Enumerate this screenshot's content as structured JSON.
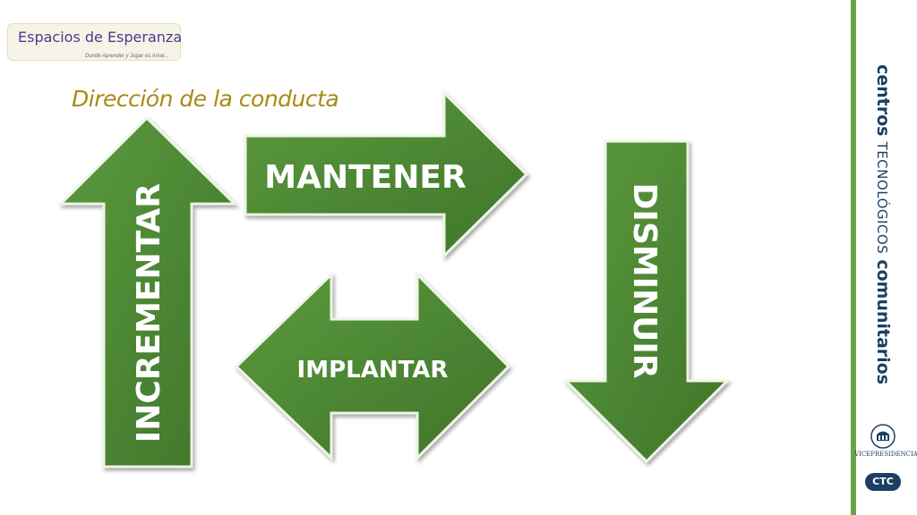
{
  "logo": {
    "title": "Espacios de Esperanza",
    "tagline": "Donde Aprender y Jugar es Amar..."
  },
  "slide": {
    "title": "Dirección de la conducta"
  },
  "arrows": {
    "up": "INCREMENTAR",
    "right": "MANTENER",
    "both": "IMPLANTAR",
    "down": "DISMINUIR"
  },
  "sidebar": {
    "brand_bold_1": "centros",
    "brand_mid": "TECNOLÓGICOS",
    "brand_bold_2": "comunitarios",
    "vice": "VICEPRESIDENCIA",
    "badge": "CTC"
  },
  "colors": {
    "arrow_green": "#4f8a35",
    "title_gold": "#a88a14",
    "sidebar_green": "#67a644",
    "brand_navy": "#1b3f63"
  }
}
